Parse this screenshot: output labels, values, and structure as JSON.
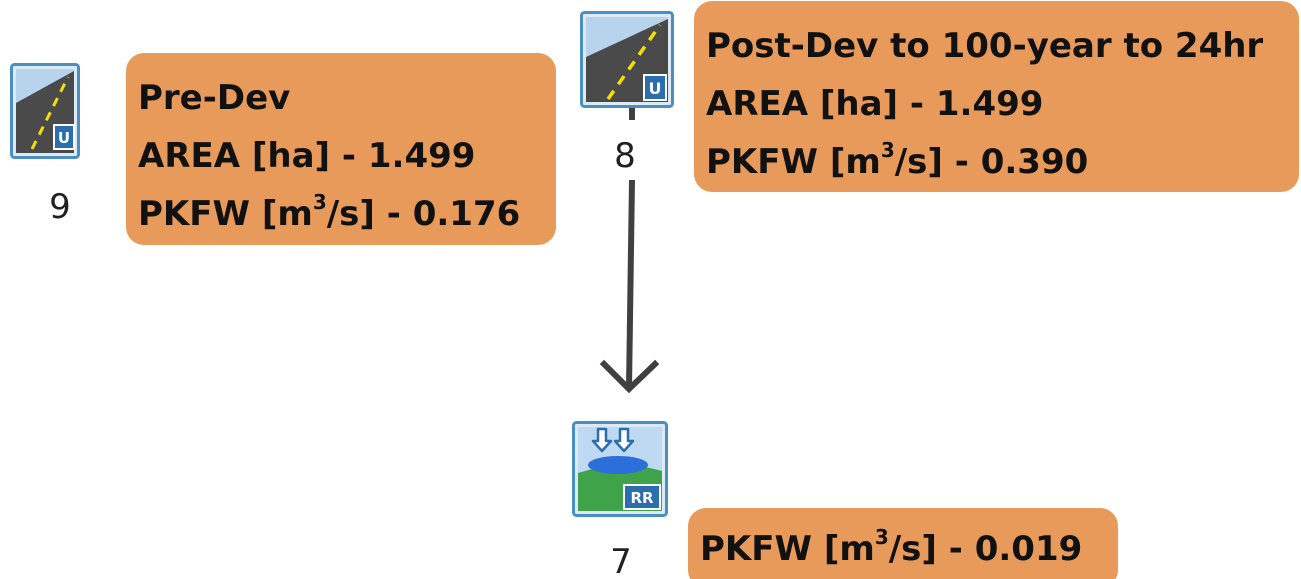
{
  "colors": {
    "label_fill": "#E89A5A",
    "icon_frame": "#4A8EC2",
    "road_surface": "#4A4A4A",
    "road_dash": "#F2E000",
    "badge_fill": "#2B6EAE",
    "water": "#2D6FD8",
    "grass": "#3FA34A",
    "connector": "#404040"
  },
  "nodes": [
    {
      "id": "9",
      "icon": "urban-road-icon",
      "badge": "U",
      "label": {
        "name": "Pre-Dev",
        "area_prefix": "AREA [ha] - ",
        "area": "1.499",
        "pkfw_prefix": "PKFW [m",
        "pkfw_sup": "3",
        "pkfw_mid": "/s] - ",
        "pkfw": "0.176"
      }
    },
    {
      "id": "8",
      "icon": "urban-road-icon",
      "badge": "U",
      "label": {
        "name": "Post-Dev to 100-year to 24hr",
        "area_prefix": "AREA [ha] - ",
        "area": "1.499",
        "pkfw_prefix": "PKFW [m",
        "pkfw_sup": "3",
        "pkfw_mid": "/s] - ",
        "pkfw": "0.390"
      }
    },
    {
      "id": "7",
      "icon": "reservoir-routing-icon",
      "badge": "RR",
      "label": {
        "pkfw_prefix": "PKFW [m",
        "pkfw_sup": "3",
        "pkfw_mid": "/s] - ",
        "pkfw": "0.019"
      }
    }
  ]
}
